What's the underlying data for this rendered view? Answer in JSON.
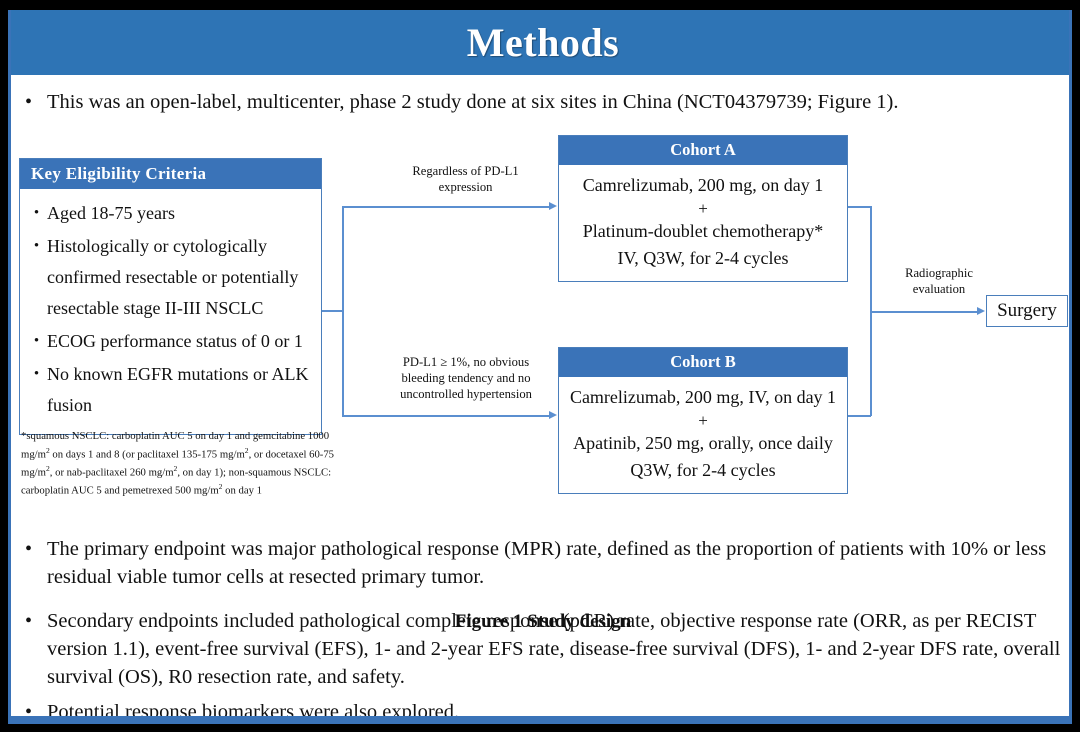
{
  "slide": {
    "title": "Methods",
    "accent_color": "#2e74b5",
    "box_border_color": "#4a7ebb",
    "connector_color": "#5b8fd0"
  },
  "lead_bullet": {
    "marker": "•",
    "text": "This was an open-label, multicenter, phase 2 study done at six sites in China (NCT04379739; Figure 1)."
  },
  "figure": {
    "caption": "Figure 1 Study design",
    "eligibility": {
      "header": "Key  Eligibility Criteria",
      "marker": "•",
      "criteria": [
        "Aged 18-75 years",
        "Histologically or cytologically confirmed resectable or potentially resectable stage II-III  NSCLC",
        "ECOG performance status of 0 or 1",
        "No known EGFR mutations or ALK fusion"
      ]
    },
    "footnote_parts": {
      "p1": "*squamous NSCLC: carboplatin AUC 5 on day 1 and gemcitabine 1000 mg/m",
      "sup1": "2",
      "p2": " on days 1 and 8 (or paclitaxel 135-175 mg/m",
      "sup2": "2",
      "p3": ", or docetaxel 60-75 mg/m",
      "sup3": "2",
      "p4": ", or nab-paclitaxel 260 mg/m",
      "sup4": "2",
      "p5": ", on day 1); non-squamous NSCLC: carboplatin AUC 5 and pemetrexed 500 mg/m",
      "sup5": "2",
      "p6": " on day 1"
    },
    "cohort_a": {
      "header": "Cohort A",
      "line1": "Camrelizumab, 200 mg, on day 1",
      "plus": "+",
      "line2": "Platinum-doublet chemotherapy*",
      "line3": "IV, Q3W, for 2-4 cycles"
    },
    "cohort_b": {
      "header": "Cohort B",
      "line1": "Camrelizumab, 200 mg, IV, on day 1",
      "plus": "+",
      "line2": "Apatinib, 250 mg, orally, once daily",
      "line3": "Q3W, for 2-4 cycles"
    },
    "connectors": {
      "regardless_line1": "Regardless  of PD-L1",
      "regardless_line2": "expression",
      "pdl1_line1": "PD-L1 ≥ 1%, no obvious",
      "pdl1_line2": "bleeding tendency  and no",
      "pdl1_line3": "uncontrolled  hypertension",
      "radiographic_line1": "Radiographic",
      "radiographic_line2": "evaluation"
    },
    "surgery": {
      "label": "Surgery"
    }
  },
  "endpoints": {
    "marker": "•",
    "items": [
      "The primary endpoint was major pathological response (MPR) rate, defined as the proportion of patients with 10% or less residual viable tumor cells at resected primary tumor.",
      "Secondary endpoints included pathological complete response (pCR) rate, objective response rate (ORR, as per RECIST version 1.1), event-free survival (EFS), 1- and 2-year EFS rate, disease-free survival (DFS), 1- and 2-year DFS rate, overall survival (OS), R0 resection rate, and safety.",
      "Potential response biomarkers were also explored."
    ]
  }
}
